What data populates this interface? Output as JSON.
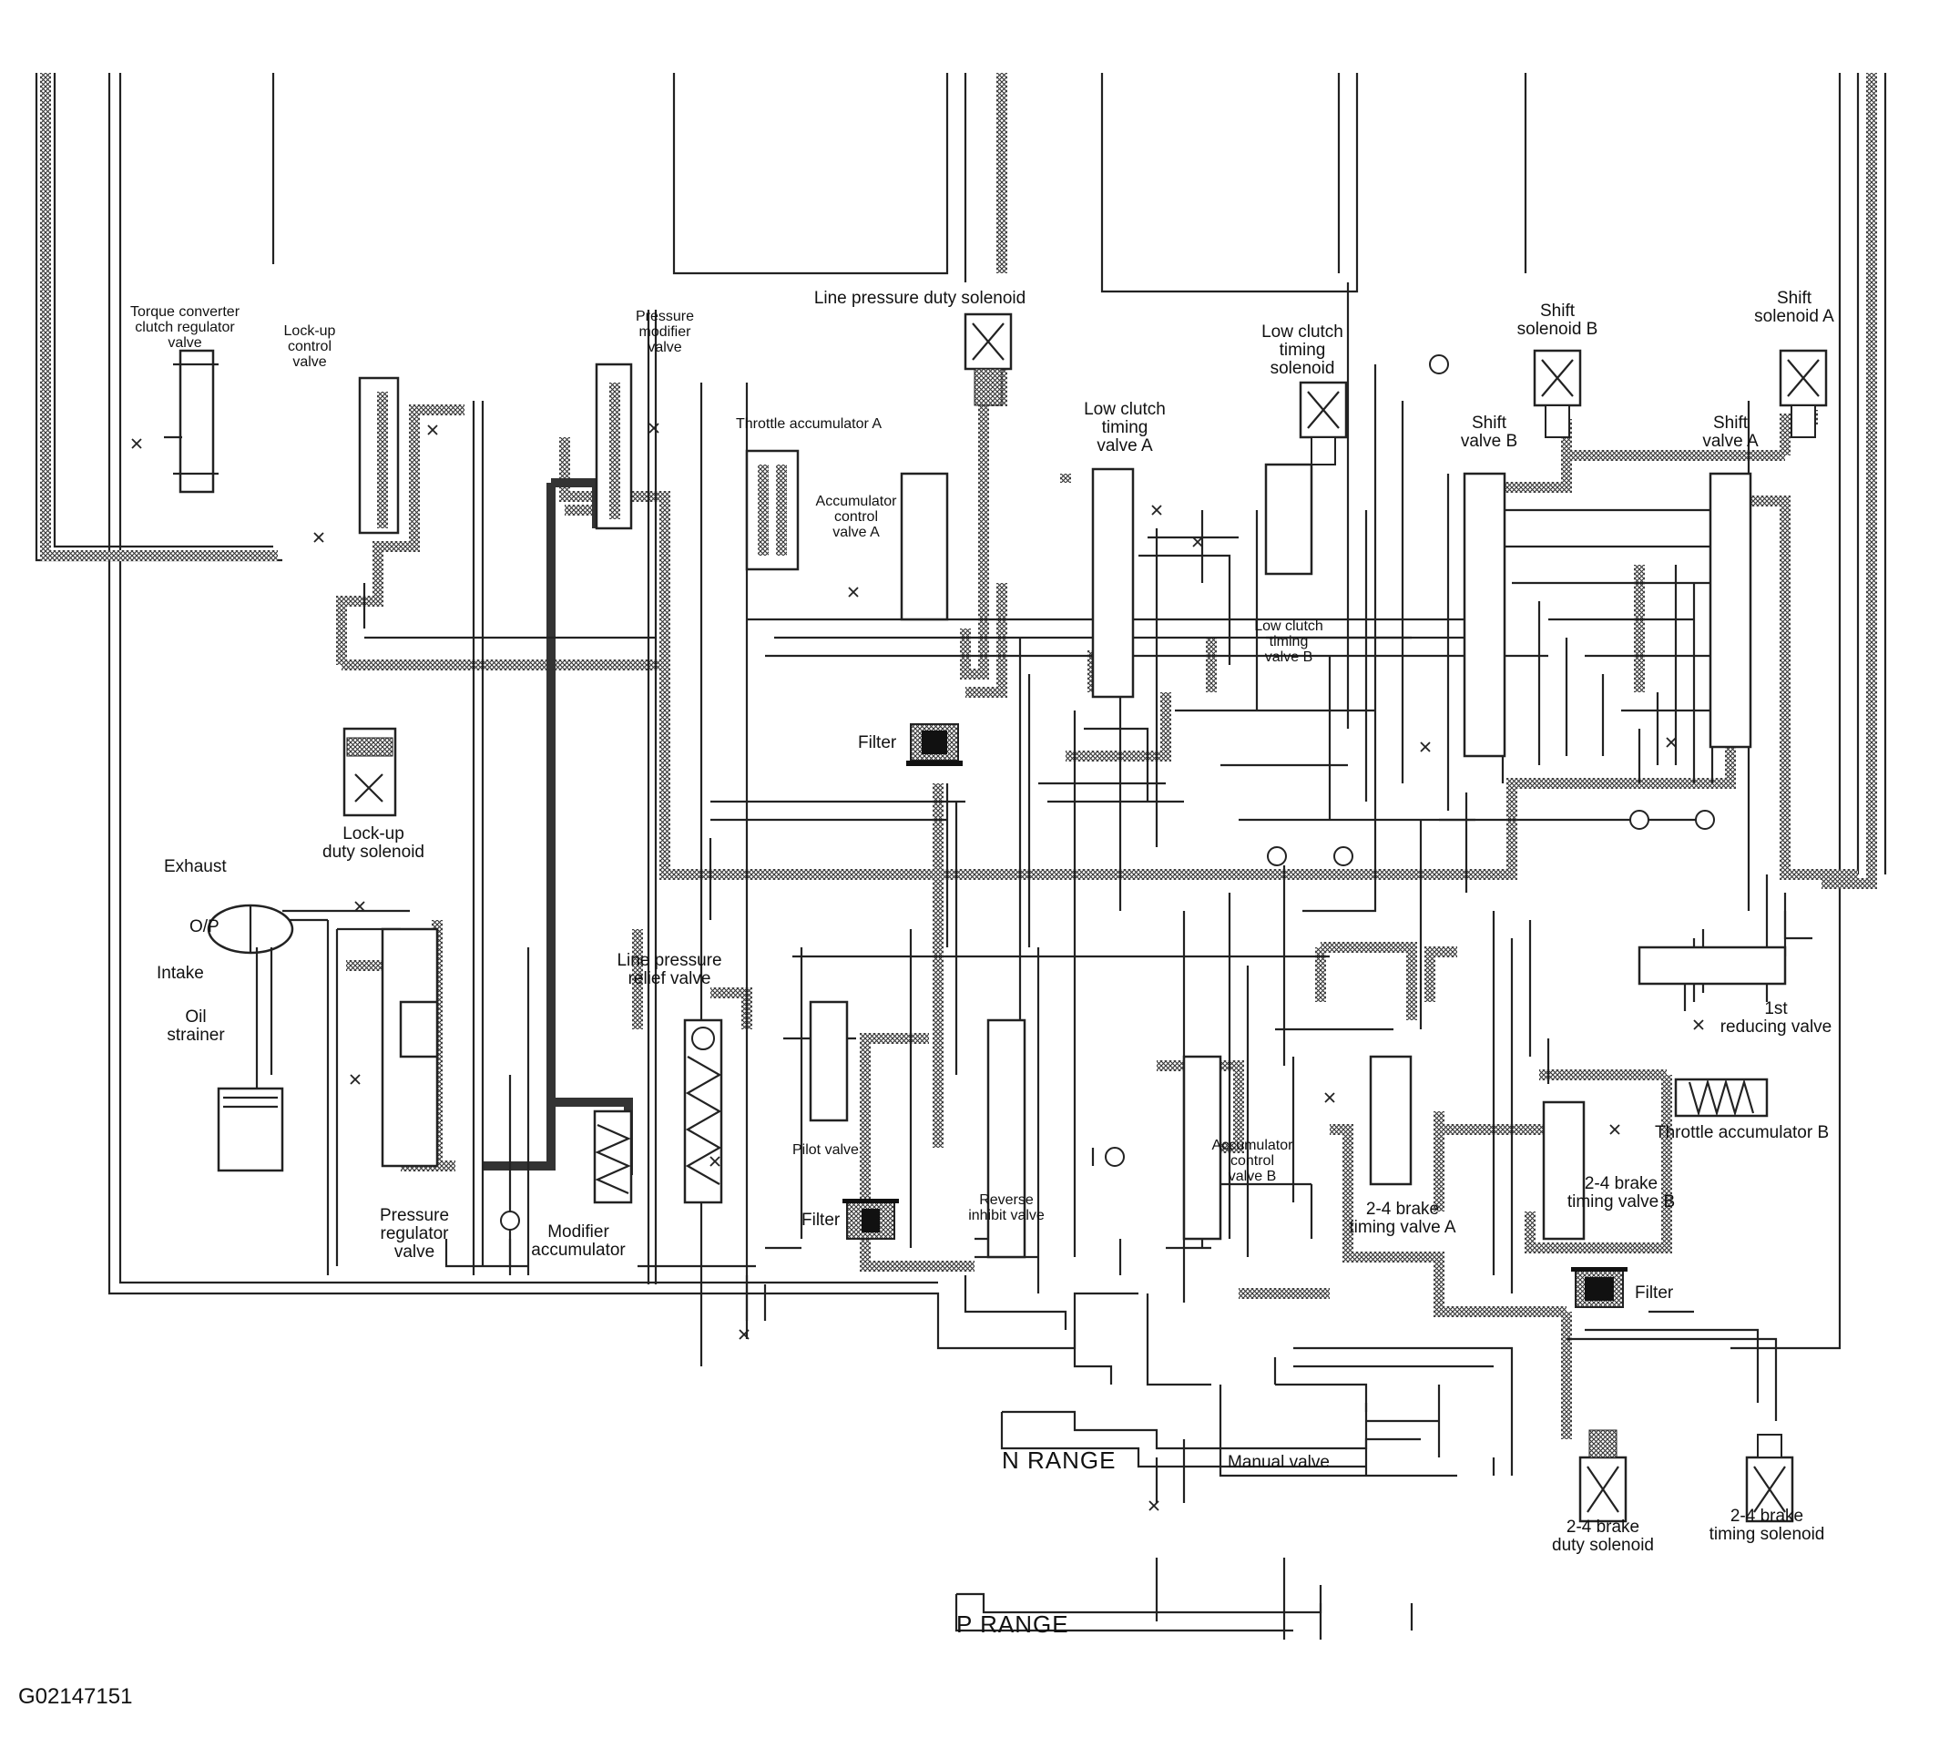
{
  "labels": {
    "torque_converter_clutch_regulator_valve": [
      "Torque converter",
      "clutch regulator",
      "valve"
    ],
    "lock_up_control_valve": [
      "Lock-up",
      "control",
      "valve"
    ],
    "pressure_modifier_valve": [
      "Pressure",
      "modifier",
      "valve"
    ],
    "line_pressure_duty_solenoid": "Line pressure duty solenoid",
    "throttle_accumulator_a": "Throttle accumulator A",
    "accumulator_control_valve_a": [
      "Accumulator",
      "control",
      "valve A"
    ],
    "low_clutch_timing_solenoid": [
      "Low clutch",
      "timing",
      "solenoid"
    ],
    "low_clutch_timing_valve_a": [
      "Low clutch",
      "timing",
      "valve A"
    ],
    "low_clutch_timing_valve_b": [
      "Low clutch",
      "timing",
      "valve B"
    ],
    "shift_solenoid_b": [
      "Shift",
      "solenoid B"
    ],
    "shift_solenoid_a": [
      "Shift",
      "solenoid A"
    ],
    "shift_valve_b": [
      "Shift",
      "valve B"
    ],
    "shift_valve_a": [
      "Shift",
      "valve A"
    ],
    "filter_top": "Filter",
    "lock_up_duty_solenoid": [
      "Lock-up",
      "duty solenoid"
    ],
    "exhaust": "Exhaust",
    "op": "O/P",
    "intake": "Intake",
    "oil_strainer": [
      "Oil",
      "strainer"
    ],
    "line_pressure_relief_valve": [
      "Line pressure",
      "relief valve"
    ],
    "pilot_valve": "Pilot valve",
    "filter_middle": "Filter",
    "pressure_regulator_valve": [
      "Pressure",
      "regulator",
      "valve"
    ],
    "modifier_accumulator": [
      "Modifier",
      "accumulator"
    ],
    "reverse_inhibit_valve": [
      "Reverse",
      "inhibit valve"
    ],
    "accumulator_control_valve_b": [
      "Accumulator",
      "control",
      "valve B"
    ],
    "brake_24_timing_valve_a": [
      "2-4 brake",
      "timing valve A"
    ],
    "reducing_valve_1st": [
      "1st",
      "reducing valve"
    ],
    "throttle_accumulator_b": "Throttle accumulator B",
    "brake_24_timing_valve_b": [
      "2-4 brake",
      "timing valve B"
    ],
    "filter_bottom": "Filter",
    "n_range": "N  RANGE",
    "manual_valve": "Manual valve",
    "brake_24_duty_solenoid": [
      "2-4 brake",
      "duty solenoid"
    ],
    "brake_24_timing_solenoid": [
      "2-4 brake",
      "timing solenoid"
    ],
    "p_range": "P  RANGE",
    "figure_id": "G02147151"
  }
}
